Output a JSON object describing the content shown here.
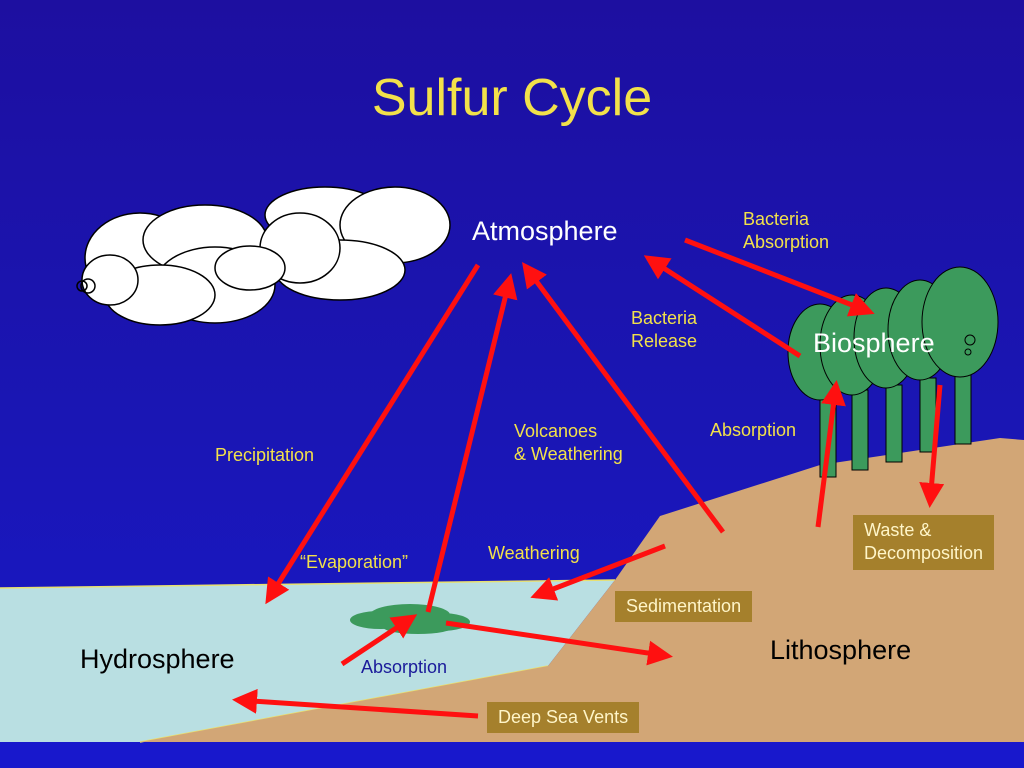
{
  "title": "Sulfur Cycle",
  "spheres": {
    "atmosphere": "Atmosphere",
    "biosphere": "Biosphere",
    "hydrosphere": "Hydrosphere",
    "lithosphere": "Lithosphere"
  },
  "processes": {
    "bacteria_absorption_1": "Bacteria",
    "bacteria_absorption_2": "Absorption",
    "bacteria_release_1": "Bacteria",
    "bacteria_release_2": "Release",
    "precipitation": "Precipitation",
    "volcanoes_1": "Volcanoes",
    "volcanoes_2": "& Weathering",
    "absorption_bio": "Absorption",
    "evaporation": "“Evaporation”",
    "weathering": "Weathering",
    "absorption_water": "Absorption"
  },
  "boxed_processes": {
    "waste_1": "Waste &",
    "waste_2": "Decomposition",
    "sedimentation": "Sedimentation",
    "deep_sea_vents": "Deep Sea Vents"
  },
  "colors": {
    "background": "#1a16b4",
    "title": "#f2e14a",
    "arrow": "#ff1010",
    "land": "#d2a676",
    "water": "#b9dfe2",
    "tree": "#3c9a5c",
    "box": "#a5802c"
  },
  "icons": [
    "cloud-icon",
    "tree-icon",
    "algae-icon"
  ]
}
